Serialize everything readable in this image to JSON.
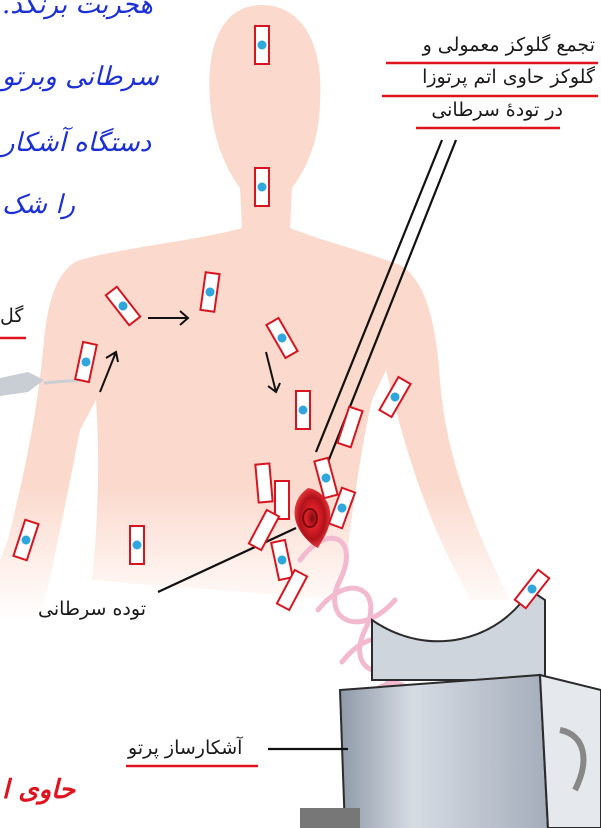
{
  "labels": {
    "accumulation_line1": "تجمع گلوکز معمولی و",
    "accumulation_line2": "گلوکز حاوی اتم پرتوزا",
    "accumulation_line3": "در تودهٔ سرطانی",
    "tumor": "توده سرطانی",
    "detector": "آشکارساز پرتو",
    "left_partial": "گل"
  },
  "handwriting": {
    "line1": "هجربت برنکد.",
    "line2": "سرطانی وبرتو",
    "line3": "دستگاه آشکار",
    "line4": "را شک",
    "line5": "حاوی ا"
  },
  "colors": {
    "skin": "#fbd9cc",
    "marker_border": "#d8141f",
    "marker_dot": "#2fa6dc",
    "underline": "#e0141f",
    "tumor": "#c4151c",
    "wave": "#f2b9cf",
    "detector_face": "#b9c1cd",
    "handwriting_blue": "#1b2fd6",
    "handwriting_red": "#e0141f"
  }
}
